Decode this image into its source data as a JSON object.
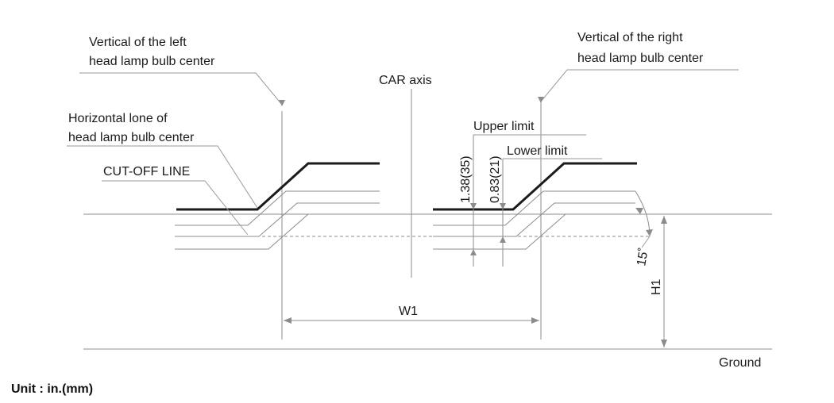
{
  "labels": {
    "vertical_left_line1": "Vertical of the left",
    "vertical_left_line2": "head lamp bulb center",
    "vertical_right_line1": "Vertical of the right",
    "vertical_right_line2": "head lamp bulb center",
    "car_axis": "CAR axis",
    "horizontal_line1": "Horizontal lone of",
    "horizontal_line2": "head lamp bulb center",
    "cutoff_line": "CUT-OFF LINE",
    "upper_limit": "Upper limit",
    "lower_limit": "Lower limit",
    "dim_upper": "1.38(35)",
    "dim_lower": "0.83(21)",
    "angle": "15˚",
    "w1": "W1",
    "h1": "H1",
    "ground": "Ground",
    "unit": "Unit : in.(mm)"
  },
  "colors": {
    "cutoff_line": "#1b1b1b",
    "guide_line": "#8c8c8c",
    "text": "#1a1a1a"
  }
}
